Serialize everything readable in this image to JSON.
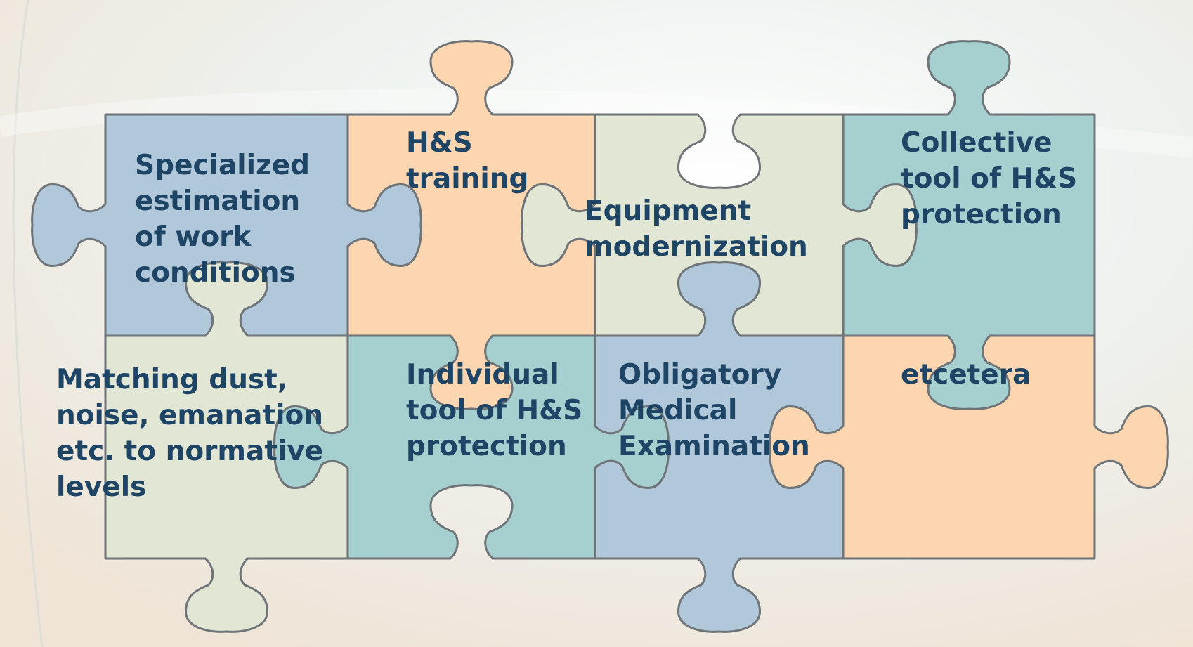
{
  "colors": {
    "blue": "#b0c8d9",
    "peach": "#fbd6b0",
    "sage": "#e2e6d4",
    "teal": "#a6d0cf",
    "outline": "#6f7478",
    "text": "#1f4566"
  },
  "pieces": [
    {
      "color": "blue",
      "lines": [
        "Specialized",
        "estimation",
        "of work",
        "conditions"
      ]
    },
    {
      "color": "peach",
      "lines": [
        "H&S",
        "training"
      ]
    },
    {
      "color": "sage",
      "lines": [
        "Equipment",
        "modernization"
      ]
    },
    {
      "color": "teal",
      "lines": [
        "Collective",
        "tool of H&S",
        "protection"
      ]
    },
    {
      "color": "sage",
      "lines": [
        "Matching dust,",
        "noise, emanation",
        "etc. to normative",
        "levels"
      ]
    },
    {
      "color": "teal",
      "lines": [
        "Individual",
        "tool of H&S",
        "protection"
      ]
    },
    {
      "color": "blue",
      "lines": [
        "Obligatory",
        "Medical",
        "Examination"
      ]
    },
    {
      "color": "peach",
      "lines": [
        "etcetera"
      ]
    }
  ]
}
